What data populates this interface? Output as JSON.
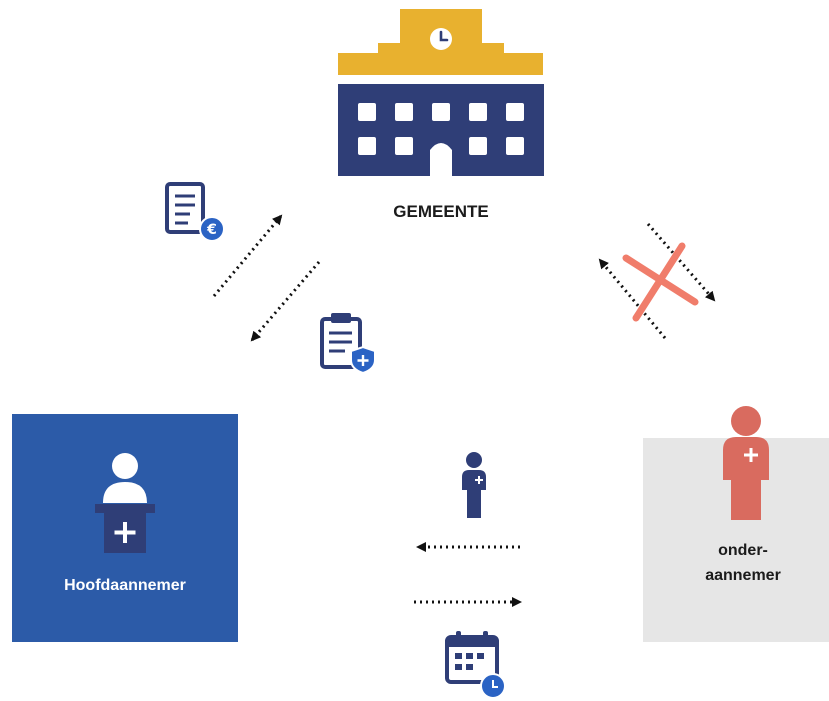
{
  "gemeente": {
    "label": "GEMEENTE"
  },
  "hoofdaannemer": {
    "label": "Hoofdaannemer"
  },
  "onderaannemer": {
    "label_line1": "onder-",
    "label_line2": "aannemer"
  },
  "colors": {
    "navy": "#2f3e77",
    "gold": "#e8b12f",
    "blue_box": "#2c5ba8",
    "grey_box": "#e6e6e6",
    "salmon": "#d96b5f",
    "cross": "#f07d6b",
    "shield_blue": "#2b63c4"
  },
  "icons": {
    "building": "town-hall-icon",
    "invoice": "invoice-euro-icon",
    "clipboard": "clipboard-care-icon",
    "person": "care-worker-icon",
    "calendar": "calendar-clock-icon"
  }
}
